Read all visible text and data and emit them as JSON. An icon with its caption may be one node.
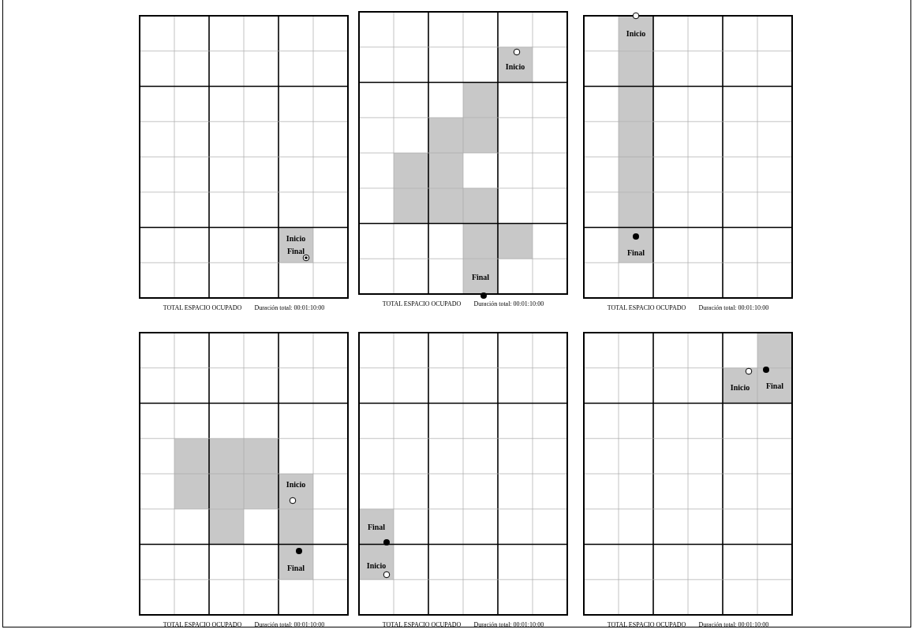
{
  "diagram": {
    "nodes": [
      {
        "text": [
          "TOTAL ESPACIO OCUPADO",
          "Duración total: 00:01:10:00"
        ]
      },
      {
        "text": [
          "Inicio"
        ],
        "in": 0
      },
      {
        "text": [
          "Final"
        ],
        "in": 0
      },
      {
        "text": [
          "TOTAL ESPACIO OCUPADO",
          "Duración total: 00:01:10:00"
        ]
      },
      {
        "text": [
          "Inicio"
        ],
        "in": 3
      },
      {
        "text": [
          "Final"
        ],
        "in": 3
      },
      {
        "text": [
          "TOTAL ESPACIO OCUPADO",
          "Duración total: 00:01:10:00"
        ]
      },
      {
        "text": [
          "Inicio"
        ],
        "in": 6
      },
      {
        "text": [
          "Final"
        ],
        "in": 6
      },
      {
        "text": [
          "TOTAL ESPACIO OCUPADO",
          "Duración total: 00:01:10:00"
        ]
      },
      {
        "text": [
          "Inicio"
        ],
        "in": 9
      },
      {
        "text": [
          "Final"
        ],
        "in": 9
      },
      {
        "text": [
          "TOTAL ESPACIO OCUPADO",
          "Duración total: 00:01:10:00"
        ]
      },
      {
        "text": [
          "Final"
        ],
        "in": 12
      },
      {
        "text": [
          "Inicio"
        ],
        "in": 12
      },
      {
        "text": [
          "TOTAL ESPACIO OCUPADO",
          "Duración total: 00:01:10:00"
        ]
      },
      {
        "text": [
          "Inicio"
        ],
        "in": 15
      },
      {
        "text": [
          "Final"
        ],
        "in": 15
      }
    ]
  }
}
